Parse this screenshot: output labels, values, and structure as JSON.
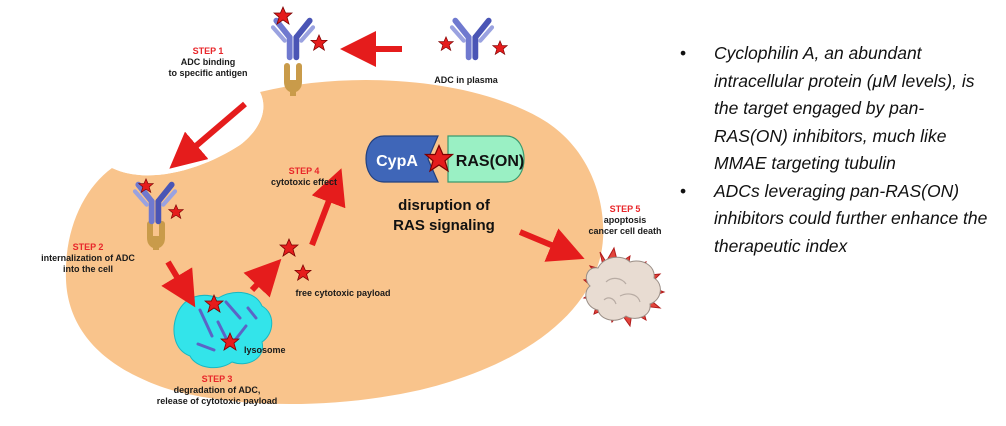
{
  "steps": {
    "s1": {
      "title": "STEP 1",
      "line1": "ADC binding",
      "line2": "to specific antigen"
    },
    "s2": {
      "title": "STEP 2",
      "line1": "internalization of ADC",
      "line2": "into the cell"
    },
    "s3": {
      "title": "STEP 3",
      "line1": "degradation of ADC,",
      "line2": "release of cytotoxic payload"
    },
    "s4": {
      "title": "STEP 4",
      "line1": "cytotoxic effect"
    },
    "s5": {
      "title": "STEP 5",
      "line1": "apoptosis",
      "line2": "cancer cell death"
    }
  },
  "labels": {
    "adc_plasma": "ADC in plasma",
    "free_payload": "free cytotoxic payload",
    "lysosome": "lysosome",
    "cypa": "CypA",
    "ras": "RAS(ON)",
    "disruption1": "disruption of",
    "disruption2": "RAS signaling"
  },
  "bullets": [
    "Cyclophilin A, an abundant intracellular protein (μM levels), is the target engaged by pan-RAS(ON) inhibitors, much like MMAE targeting tubulin",
    "ADCs leveraging pan-RAS(ON) inhibitors could further enhance the therapeutic index"
  ],
  "colors": {
    "cell": "#f9c48c",
    "arrow": "#e51c1c",
    "antibody": "#6f79cf",
    "antigen": "#c99b4a",
    "lysosome": "#33e4ea",
    "cypa": "#3f66b8",
    "ras": "#9af0c4"
  }
}
